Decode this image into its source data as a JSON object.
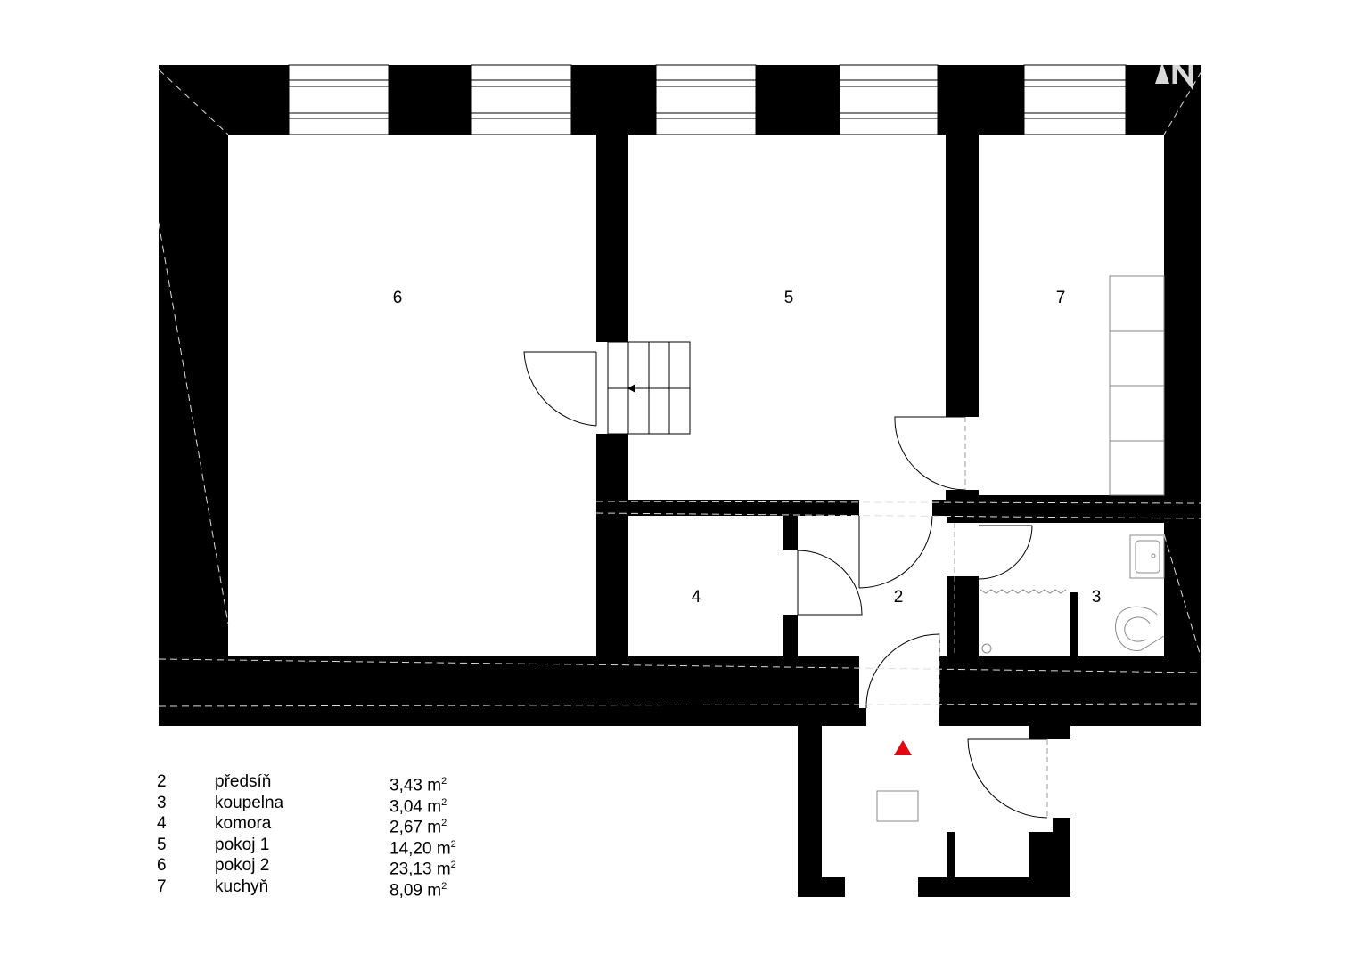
{
  "rooms": {
    "r2": "2",
    "r3": "3",
    "r4": "4",
    "r5": "5",
    "r6": "6",
    "r7": "7"
  },
  "legend": [
    {
      "number": "2",
      "name": "předsíň",
      "area": "3,43",
      "unit": "m",
      "unit_exp": "2"
    },
    {
      "number": "3",
      "name": "koupelna",
      "area": "3,04",
      "unit": "m",
      "unit_exp": "2"
    },
    {
      "number": "4",
      "name": "komora",
      "area": "2,67",
      "unit": "m",
      "unit_exp": "2"
    },
    {
      "number": "5",
      "name": "pokoj 1",
      "area": "14,20",
      "unit": "m",
      "unit_exp": "2"
    },
    {
      "number": "6",
      "name": "pokoj 2",
      "area": "23,13",
      "unit": "m",
      "unit_exp": "2"
    },
    {
      "number": "7",
      "name": "kuchyň",
      "area": "8,09",
      "unit": "m",
      "unit_exp": "2"
    }
  ],
  "entrance_marker_color": "#e30613",
  "wall_color": "#000000",
  "icons": [
    "entrance-triangle-icon",
    "north-arrow-icon",
    "stair-direction-arrow-icon",
    "sink-icon",
    "toilet-icon",
    "shower-drain-icon"
  ]
}
